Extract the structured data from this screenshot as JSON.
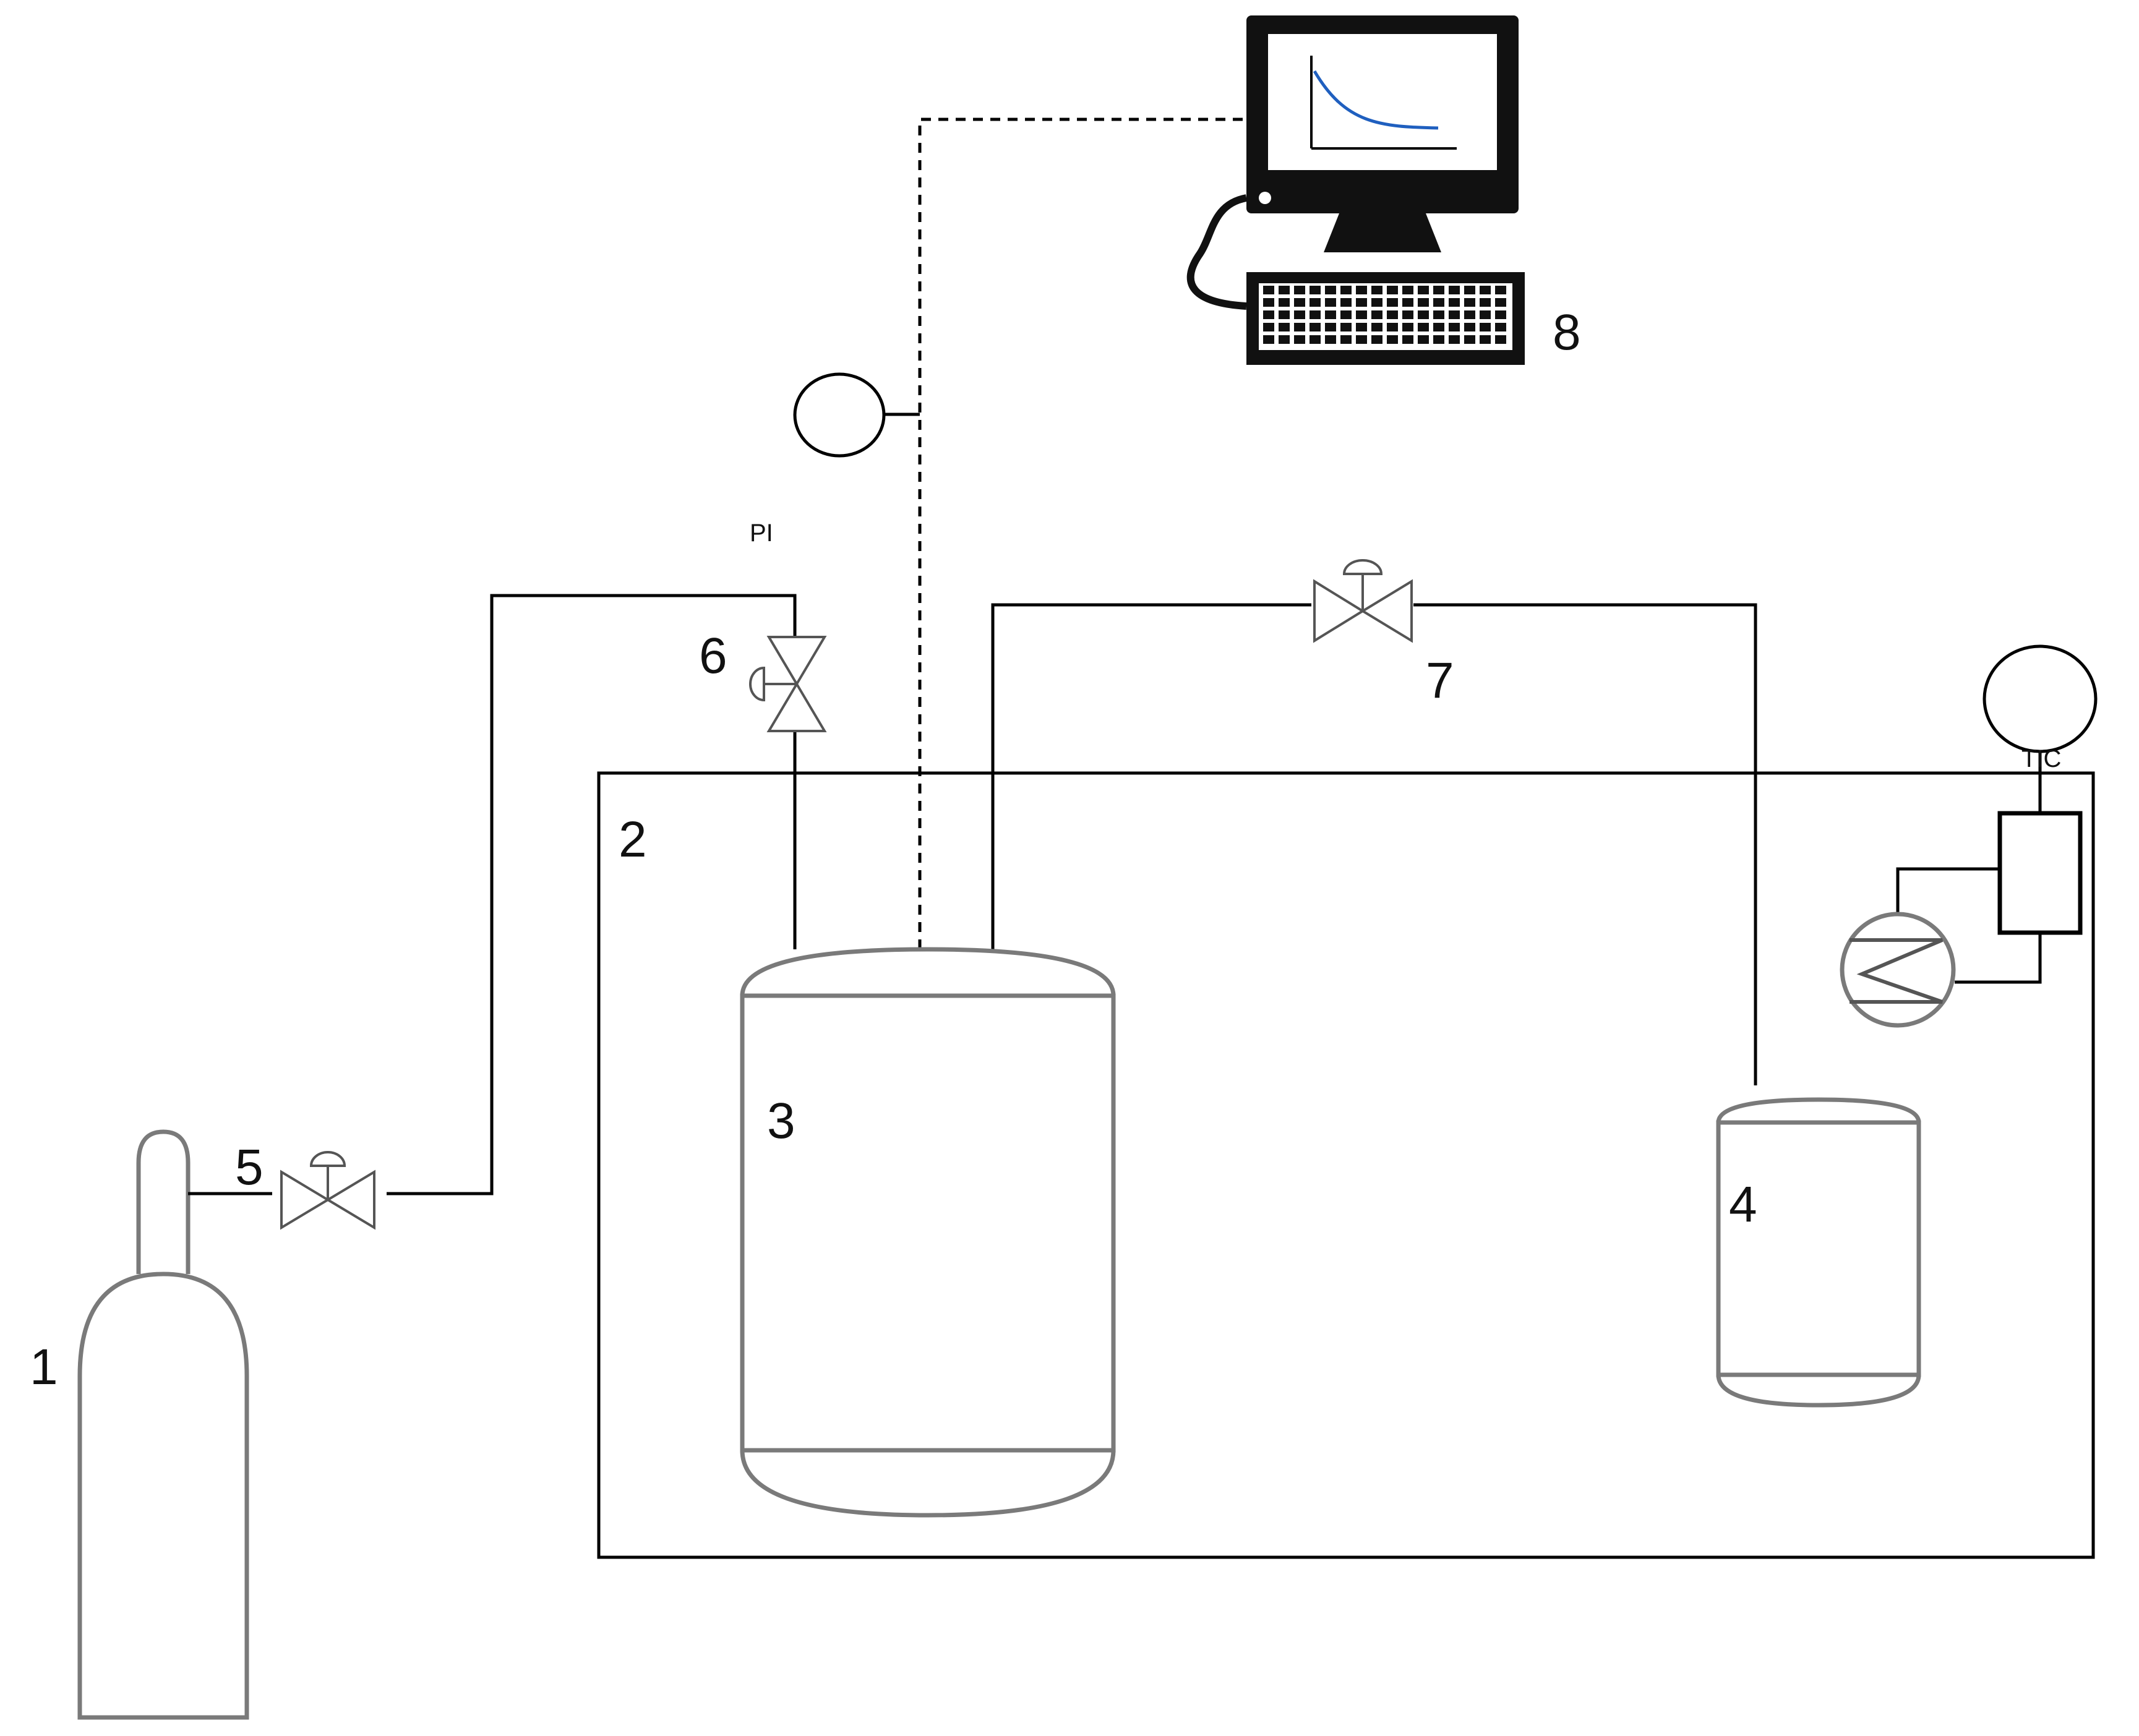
{
  "labels": {
    "n1": "1",
    "n2": "2",
    "n3": "3",
    "n4": "4",
    "n5": "5",
    "n6": "6",
    "n7": "7",
    "n8": "8",
    "pi": "PI",
    "tic": "TIC"
  }
}
